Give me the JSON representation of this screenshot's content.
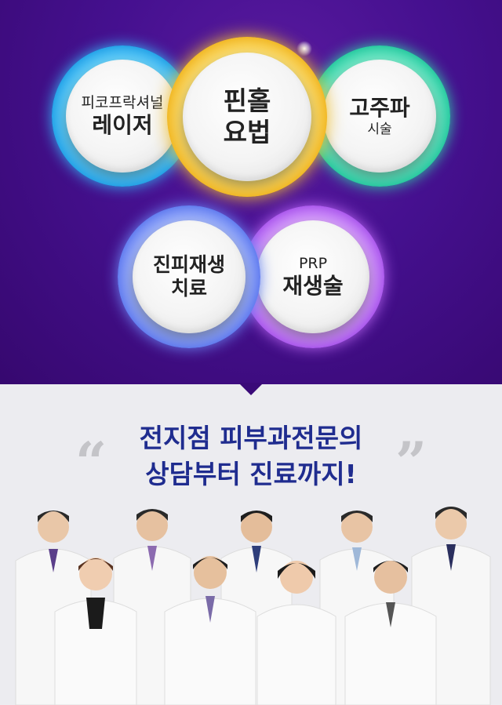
{
  "treatments": [
    {
      "line1": "피코프락셔널",
      "line2": "레이저",
      "ring": "#2ab6f0"
    },
    {
      "line1": "핀홀",
      "line2": "요법",
      "ring": "#f2c12e"
    },
    {
      "line1": "고주파",
      "line2": "시술",
      "ring": "#2fd1a7"
    },
    {
      "line1": "진피재생",
      "line2": "치료",
      "ring": "#6b87f3"
    },
    {
      "line1": "PRP",
      "line2": "재생술",
      "ring": "#b865f0"
    }
  ],
  "headline": {
    "line1": "전지점 피부과전문의",
    "line2": "상담부터 진료까지!"
  },
  "quote_open": "“",
  "quote_close": "”",
  "colors": {
    "top_bg": "#45108f",
    "headline": "#1f2c8f",
    "bottom_bg": "#ececf0"
  }
}
